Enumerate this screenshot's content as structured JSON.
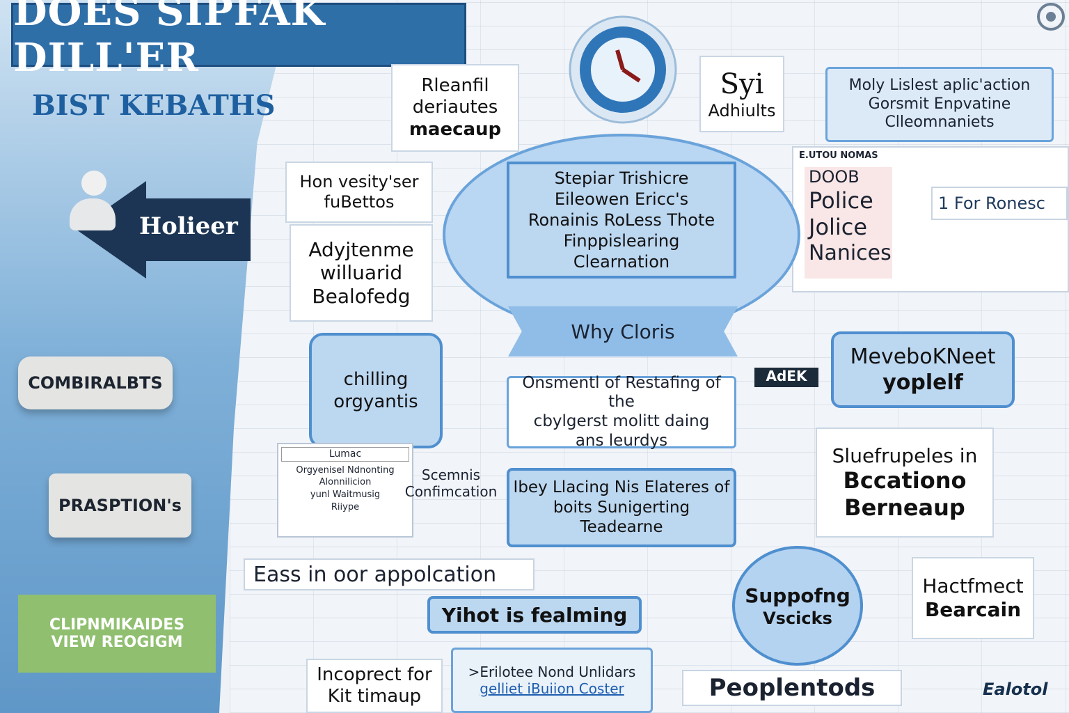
{
  "header": {
    "title": "DOES SIPFAK DILL'ER",
    "subtitle": "BIST KEBATHS"
  },
  "left": {
    "arrow_label": "Holieer",
    "pill1": "COMBIRALBTS",
    "pill2": "PRASPTION's",
    "green_box": [
      "CLIPNMIKAIDES",
      "VIEW REOGIGM"
    ]
  },
  "top": {
    "box1": [
      "Rleanfil",
      "deriautes",
      "maecaup"
    ],
    "box2": [
      "Syi",
      "Adhiults"
    ],
    "speech": [
      "Moly Lislest aplic'action",
      "Gorsmit Enpvatine",
      "Clleomnaniets"
    ]
  },
  "right_panel": {
    "label": "E.UTOU NOMAS",
    "lines": [
      "DOOB",
      "Police",
      "Jolice",
      "Nanices"
    ],
    "tag": "1 For Ronesc"
  },
  "left_column": {
    "card1": [
      "Hon vesity'ser",
      "fuBettos"
    ],
    "card2": [
      "Adyjtenme",
      "willuarid",
      "Bealofedg"
    ],
    "card3": [
      "chilling",
      "orgyantis"
    ]
  },
  "center": {
    "oval": [
      "Stepiar Trishicre",
      "Eileowen Ericc's",
      "Ronainis RoLess Thote",
      "Finppislearing",
      "Clearnation"
    ],
    "ribbon": "Why Cloris",
    "callout1": [
      "Onsmentl of Restafing of the",
      "cbylgerst molitt daing",
      "ans leurdys"
    ],
    "callout2": [
      "Ibey Llacing Nis Elateres of",
      "boits Sunigerting",
      "Teadearne"
    ]
  },
  "right": {
    "badge": "AdEK",
    "callout": [
      "MeveboKNeet",
      "yoplelf"
    ],
    "card": [
      "Sluefrupeles in",
      "Bccationo",
      "Berneaup"
    ],
    "circle": [
      "Suppofng",
      "Vscicks"
    ],
    "card2": [
      "Hactfmect",
      "Bearcain"
    ],
    "bottom_bar": "Peoplentods",
    "logo": "Ealotol"
  },
  "lower": {
    "small_box_label": "Lumac",
    "small_box": [
      "Orgyenisel Ndnonting",
      "Alonnilicion",
      "yunl Waitmusig",
      "Riiype"
    ],
    "scemnis": [
      "Scemnis",
      "Confimcation"
    ],
    "bar1": "Eass in oor appolcation",
    "bar2": "Yihot is fealming",
    "card": [
      "Incoprect for",
      "Kit timaup"
    ],
    "link_box": [
      ">Erilotee Nond Unlidars",
      "gelliet iBuiion Coster"
    ]
  },
  "colors": {
    "primary": "#2f6fa8",
    "accent": "#4f8fcf",
    "light": "#bcd7f0",
    "green": "#8fbf6f"
  }
}
